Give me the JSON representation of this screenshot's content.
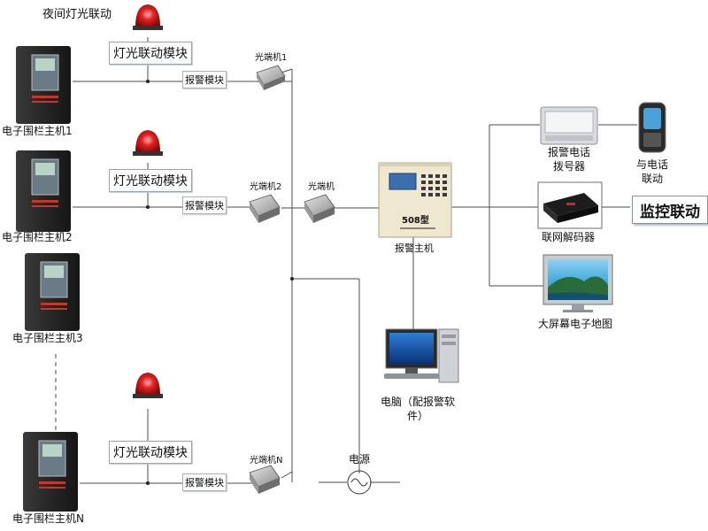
{
  "title": "夜间灯光联动",
  "fence_hosts": [
    "电子围栏主机1",
    "电子围栏主机2",
    "电子围栏主机3",
    "电子围栏主机N"
  ],
  "light_module": "灯光联动模块",
  "alarm_module": "报警模块",
  "fiber_ends": [
    "光端机1",
    "光端机2",
    "光端机N"
  ],
  "central_fiber": "光端机",
  "alarm_host": {
    "label": "报警主机",
    "model": "508型"
  },
  "dialer": {
    "line1": "报警电话",
    "line2": "拨号器"
  },
  "phone": {
    "line1": "与电话",
    "line2": "联动"
  },
  "decoder": "联网解码器",
  "monitor_link": "监控联动",
  "big_screen": "大屏幕电子地图",
  "pc": {
    "line1": "电脑（配报警软",
    "line2": "件）"
  },
  "power": "电源",
  "colors": {
    "line": "#4d4d4d",
    "beacon_red": "#d01a1a",
    "panel_body": "#2b2b2b",
    "host_body": "#efe7cf"
  }
}
